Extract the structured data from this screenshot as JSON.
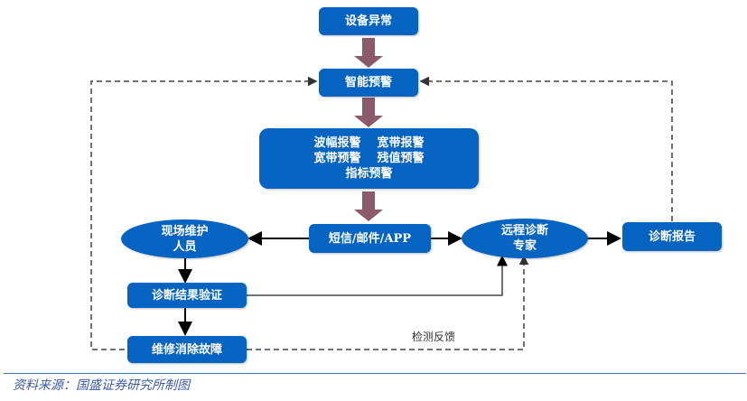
{
  "nodes": {
    "device_abnormal": "设备异常",
    "smart_warning": "智能预警",
    "warning_types": {
      "line1": "波幅报警    宽带报警",
      "line2": "宽带预警    残值预警",
      "line3": "指标预警"
    },
    "notify": "短信/邮件/APP",
    "onsite_staff": {
      "line1": "现场维护",
      "line2": "人员"
    },
    "remote_expert": {
      "line1": "远程诊断",
      "line2": "专家"
    },
    "diagnosis_report": "诊断报告",
    "verify_result": "诊断结果验证",
    "repair_fault": "维修消除故障"
  },
  "edge_labels": {
    "feedback": "检测反馈"
  },
  "source": "资料来源：国盛证券研究所制图",
  "colors": {
    "node_fill": "#0563c1",
    "big_arrow": "#8b5a6b",
    "connector": "#000000",
    "dashed": "#444444"
  }
}
